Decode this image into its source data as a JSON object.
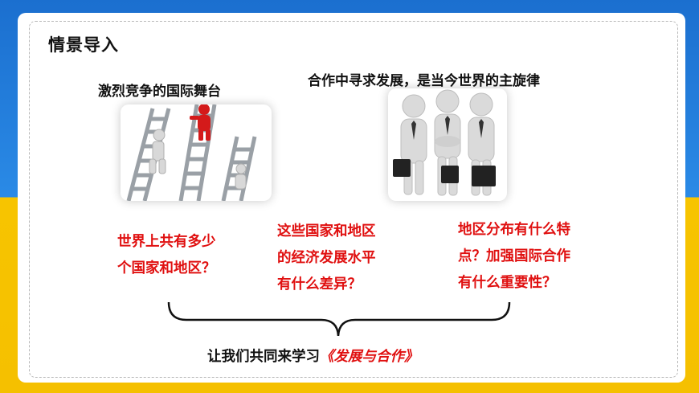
{
  "title": "情景导入",
  "left_caption": "激烈竞争的国际舞台",
  "right_caption": "合作中寻求发展，是当今世界的主旋律",
  "questions": [
    {
      "line1": "世界上共有多少",
      "line2": "个国家和地区？",
      "line3": ""
    },
    {
      "line1": "这些国家和地区",
      "line2": "的经济发展水平",
      "line3": "有什么差异？"
    },
    {
      "line1": "地区分布有什么特",
      "line2": "点？加强国际合作",
      "line3": "有什么重要性？"
    }
  ],
  "bottom": {
    "prefix": "让我们共同来学习",
    "highlight": "《发展与合作》"
  },
  "colors": {
    "accent_red": "#e01010",
    "top_band": "#1b6fcf",
    "bottom_band": "#f5c000"
  },
  "images": {
    "left": "ladder-competition-illustration",
    "right": "business-handshake-illustration"
  }
}
